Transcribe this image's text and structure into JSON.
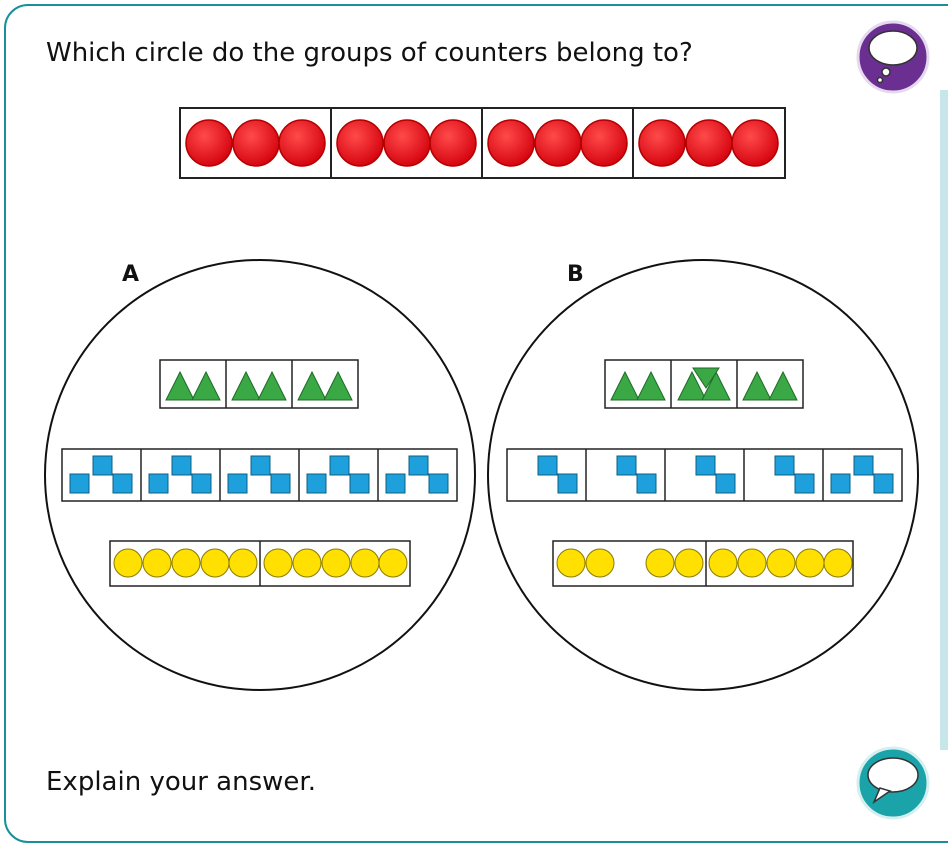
{
  "question": "Which circle do the groups of counters belong to?",
  "prompt": "Explain your answer.",
  "icons": {
    "think": "thought-bubble-icon",
    "talk": "speech-bubble-icon"
  },
  "colors": {
    "border": "#1a8f9a",
    "red": "#e3000f",
    "green": "#3aa844",
    "blue": "#1ea0dc",
    "yellow": "#ffe000",
    "think": "#6b2f91",
    "talk": "#1aa3a8"
  },
  "target": {
    "groups": 4,
    "per_group": 3,
    "color": "red",
    "shape": "circle"
  },
  "circles": [
    {
      "label": "A",
      "rows": [
        {
          "shape": "triangle",
          "color": "green",
          "groups": 3,
          "per_group": 2,
          "arrangement": "pair"
        },
        {
          "shape": "square",
          "color": "blue",
          "groups": 5,
          "per_group": 3,
          "arrangement": "staircase"
        },
        {
          "shape": "circle",
          "color": "yellow",
          "groups": 2,
          "per_group": 5,
          "arrangement": "row"
        }
      ]
    },
    {
      "label": "B",
      "rows": [
        {
          "shape": "triangle",
          "color": "green",
          "groups": 3,
          "per_group": 2,
          "arrangement": "pair-middle-overlapping"
        },
        {
          "shape": "square",
          "color": "blue",
          "groups": 5,
          "per_group": 2,
          "arrangement": "diagonal-last-staircase"
        },
        {
          "shape": "circle",
          "color": "yellow",
          "groups": 2,
          "per_group": "2+2 then 5",
          "arrangement": "split"
        }
      ]
    }
  ]
}
